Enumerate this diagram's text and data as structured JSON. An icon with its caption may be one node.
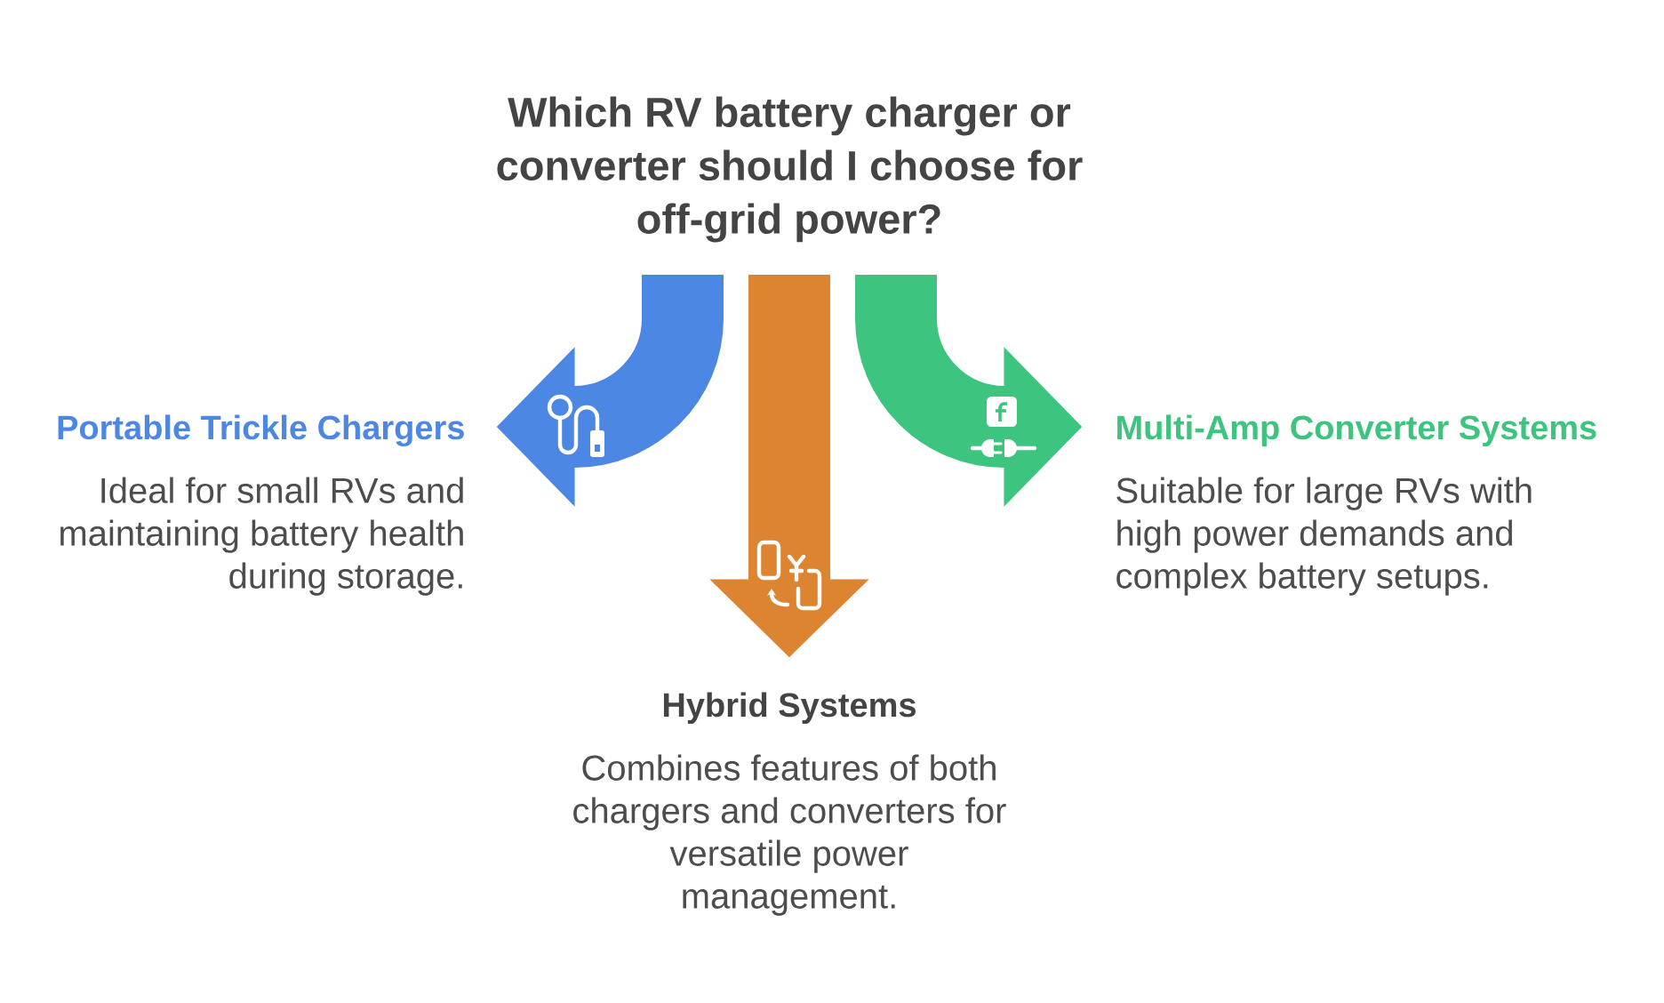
{
  "diagram": {
    "nodes": [
      {
        "text": [
          "Which RV battery charger or converter should I choose for off-grid power?"
        ]
      },
      {
        "text": [
          "Portable Trickle Chargers",
          "Ideal for small RVs and maintaining battery health during storage."
        ]
      },
      {
        "text": [
          "Multi-Amp Converter Systems",
          "Suitable for large RVs with high power demands and complex battery setups."
        ]
      },
      {
        "text": [
          "Hybrid Systems",
          "Combines features of both chargers and converters for versatile power management."
        ]
      }
    ],
    "edges": [
      {
        "from": 0,
        "to": 1,
        "arrow": "to",
        "color": "#4c87e3"
      },
      {
        "from": 0,
        "to": 3,
        "arrow": "to",
        "color": "#dd8431"
      },
      {
        "from": 0,
        "to": 2,
        "arrow": "to",
        "color": "#3dc47e"
      }
    ]
  }
}
